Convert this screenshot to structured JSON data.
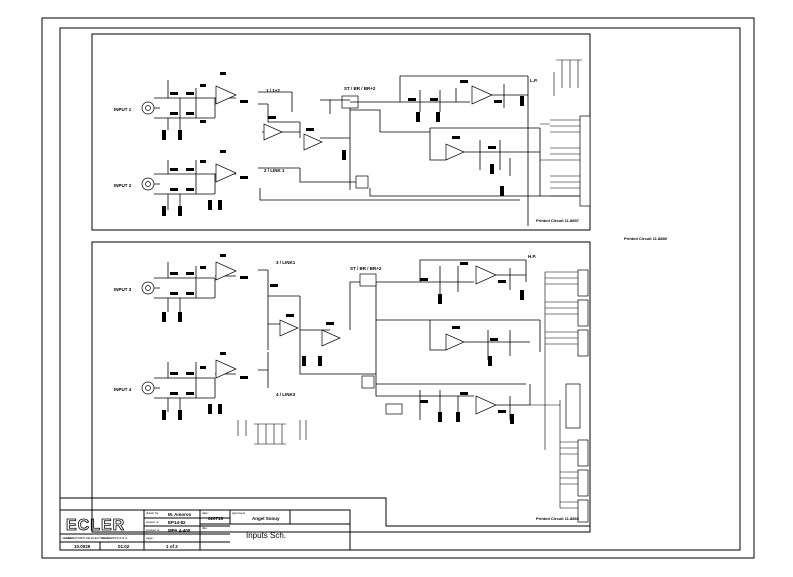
{
  "sheet": {
    "pcb_label_1": "Printed Circuit 11.8857",
    "pcb_label_2": "Printed Circuit 11.8889",
    "pcb_label_3": "Printed Circuit 11.8869"
  },
  "inputs": {
    "input1": "INPUT 1",
    "input2": "INPUT 2",
    "input3": "INPUT 3",
    "input4": "INPUT 4"
  },
  "labels": {
    "ch1_select": "1 / 1+2",
    "ch2_select": "2 / LINK 1",
    "ch3_select": "3 / LINK1",
    "ch4_select": "4 / LINK3",
    "st_top": "ST / BR / BR+2",
    "st_bottom": "ST / BR / BR+2",
    "lp": "L.P.",
    "hp": "H.P."
  },
  "title_block": {
    "logo": "ECLER",
    "logo_sub": "LABORATORIO DE ELECTRO-ACUSTICA S.A.",
    "drawn_by_label": "drawn by:",
    "drawn_by": "M. Amoros",
    "date_label": "date:",
    "date": "020715",
    "approved_label": "approved:",
    "approved": "Angel Sonuy",
    "project_label": "project nr",
    "project": "EP14-82",
    "product_label": "product nr",
    "product": "MPA 4-400",
    "title_label": "title:",
    "title": "Inputs Sch.",
    "number_label": "number:",
    "number": "10.0029",
    "version_label": "version:",
    "version": "01.02",
    "page_label": "page:",
    "page": "1 of 2"
  }
}
